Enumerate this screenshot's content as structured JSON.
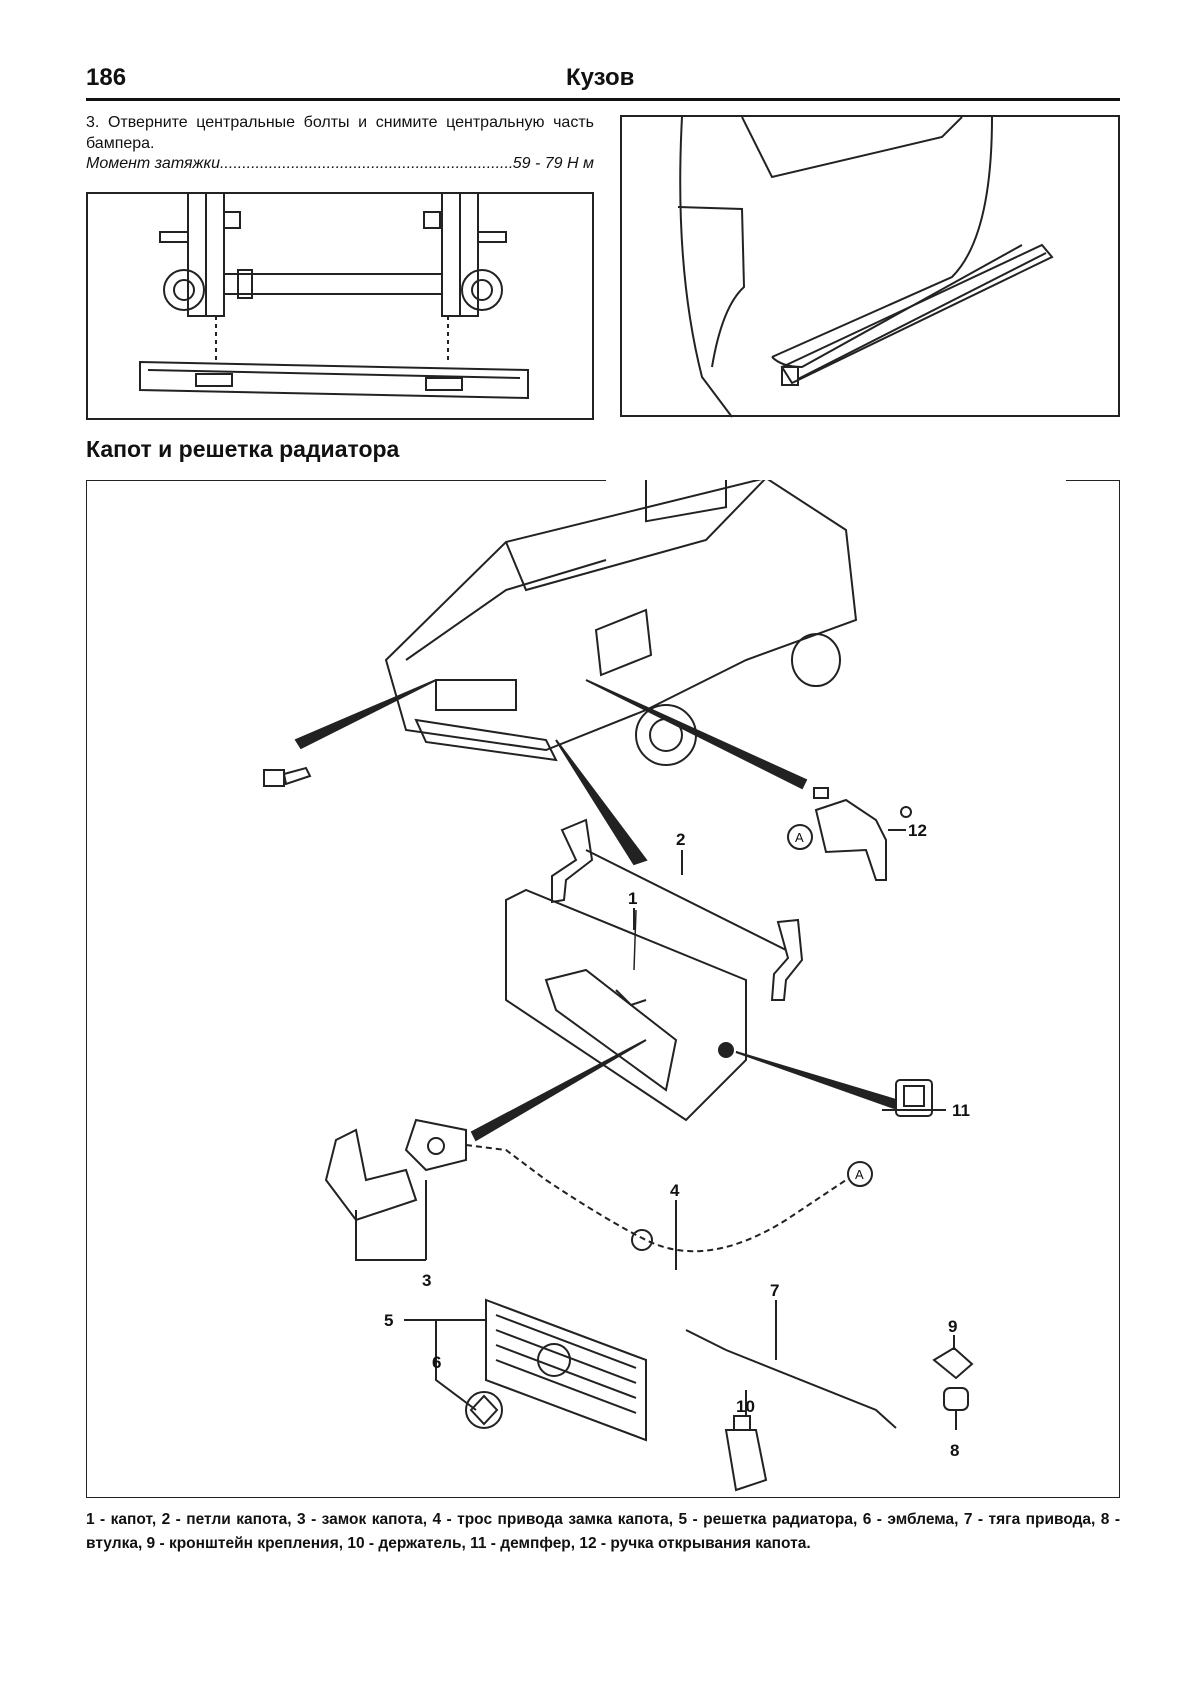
{
  "header": {
    "page_number": "186",
    "chapter": "Кузов"
  },
  "step": {
    "text": "3. Отверните центральные болты и снимите центральную часть бампера.",
    "torque_label": "Момент затяжки",
    "torque_value": "59 - 79 Н м"
  },
  "section": {
    "title": "Капот и решетка радиатора"
  },
  "diagram": {
    "callouts": [
      "1",
      "2",
      "3",
      "4",
      "5",
      "6",
      "7",
      "8",
      "9",
      "10",
      "11",
      "12"
    ],
    "reference_letter": "A"
  },
  "caption": {
    "text": "1 - капот, 2 - петли капота, 3 - замок капота, 4 - трос привода замка капота, 5 - решетка радиатора, 6 - эмблема, 7 - тяга привода, 8 - втулка, 9 - кронштейн крепления, 10 - держатель, 11 - демпфер, 12 - ручка открывания капота."
  }
}
